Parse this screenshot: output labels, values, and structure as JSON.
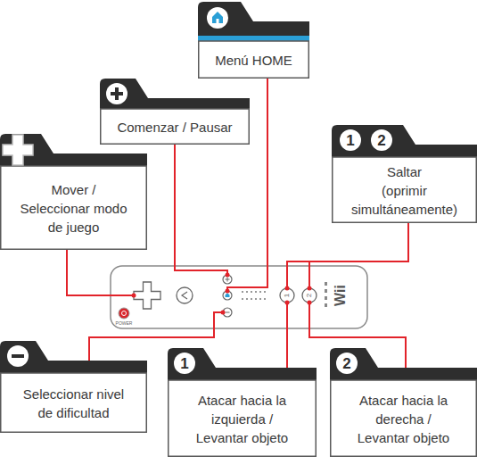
{
  "diagram": {
    "nodes": [
      {
        "text": [
          "Menú HOME"
        ]
      },
      {
        "text": [
          "Comenzar / Pausar"
        ]
      },
      {
        "text": [
          "Saltar",
          "(oprimir simultáneamente)"
        ]
      },
      {
        "text": [
          "Mover / Seleccionar modo de juego"
        ]
      },
      {
        "text": [
          "Seleccionar nivel de dificultad"
        ]
      },
      {
        "text": [
          "Atacar hacia la izquierda / Levantar objeto"
        ]
      },
      {
        "text": [
          "Atacar hacia la derecha / Levantar objeto"
        ]
      }
    ],
    "labels": [
      "1",
      "2",
      "POWER",
      "1",
      "2",
      "Wii",
      "1",
      "2"
    ]
  }
}
